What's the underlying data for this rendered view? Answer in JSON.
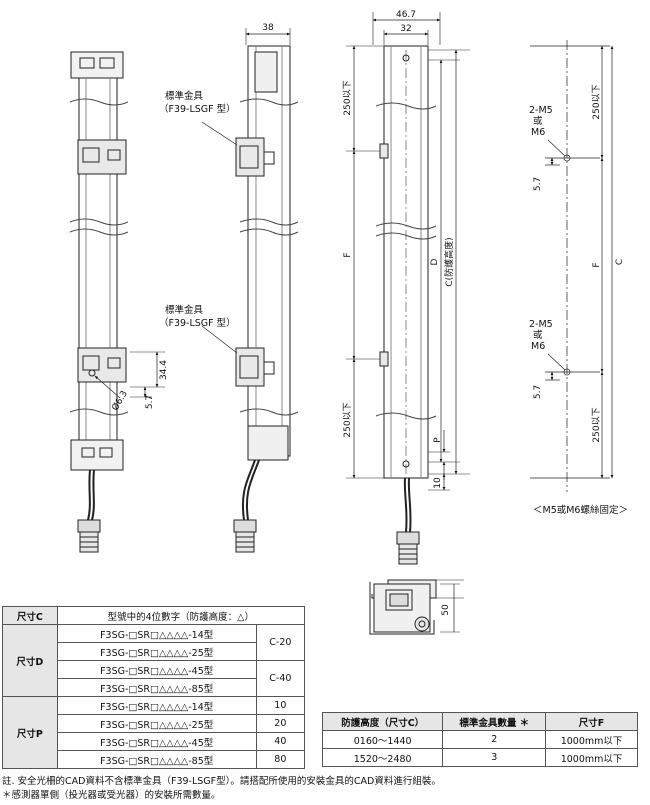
{
  "dims": {
    "w46_7": "46.7",
    "w32": "32",
    "w38": "38",
    "d250a": "250以下",
    "d250b": "250以下",
    "d250c": "250以下",
    "d250d": "250以下",
    "F": "F",
    "D": "D",
    "C_prot": "C(防護高度)",
    "C": "C",
    "F2": "F",
    "d34_4": "34.4",
    "d5_7a": "5.7",
    "d5_7b": "5.7",
    "d5_7c": "5.7",
    "phi6_3": "Ø6.3",
    "P": "P",
    "d10": "10",
    "d50": "50",
    "m5a": "2-M5",
    "ora": "或",
    "m6a": "M6",
    "m5b": "2-M5",
    "orb": "或",
    "m6b": "M6"
  },
  "annotations": {
    "bracket1": "標準金具",
    "bracket1_model": "（F39-LSGF 型）",
    "bracket2": "標準金具",
    "bracket2_model": "（F39-LSGF 型）",
    "mount_note": "＜M5或M6螺絲固定＞"
  },
  "table1": {
    "header_col1": "尺寸C",
    "header_col2": "型號中的4位數字（防護高度：△）",
    "group_D": "尺寸D",
    "group_P": "尺寸P",
    "models": [
      "F3SG-□SR□△△△△-14型",
      "F3SG-□SR□△△△△-25型",
      "F3SG-□SR□△△△△-45型",
      "F3SG-□SR□△△△△-85型"
    ],
    "D_values": [
      "C-20",
      "C-40"
    ],
    "P_values": [
      "10",
      "20",
      "40",
      "80"
    ]
  },
  "table2": {
    "headers": [
      "防護高度（尺寸C）",
      "標準金具數量 ＊",
      "尺寸F"
    ],
    "rows": [
      [
        "0160～1440",
        "2",
        "1000mm以下"
      ],
      [
        "1520～2480",
        "3",
        "1000mm以下"
      ]
    ]
  },
  "notes": {
    "note1": "註. 安全光柵的CAD資料不含標準金具（F39-LSGF型）。請搭配所使用的安裝金具的CAD資料進行組裝。",
    "note2": "＊感測器單側（投光器或受光器）的安裝所需數量。"
  }
}
